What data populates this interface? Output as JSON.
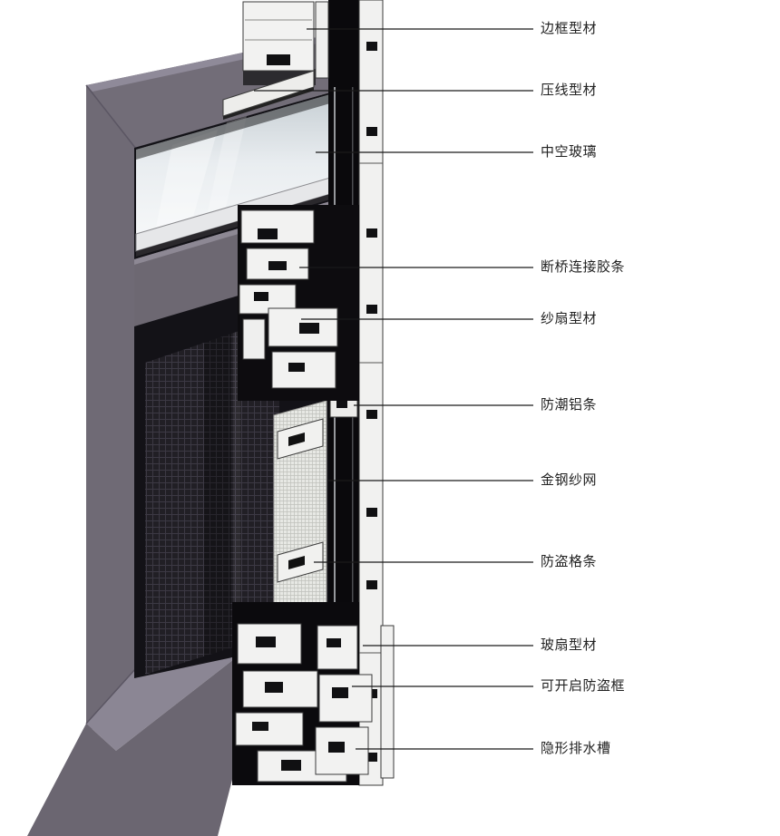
{
  "figure": {
    "labels": [
      {
        "id": "frame-profile",
        "text": "边框型材"
      },
      {
        "id": "pressing-line-profile",
        "text": "压线型材"
      },
      {
        "id": "insulated-glass",
        "text": "中空玻璃"
      },
      {
        "id": "thermal-break-gasket",
        "text": "断桥连接胶条"
      },
      {
        "id": "screen-sash-profile",
        "text": "纱扇型材"
      },
      {
        "id": "moisture-proof-aluminum-strip",
        "text": "防潮铝条"
      },
      {
        "id": "stainless-steel-mesh",
        "text": "金钢纱网"
      },
      {
        "id": "anti-theft-grid-bar",
        "text": "防盗格条"
      },
      {
        "id": "glass-sash-profile",
        "text": "玻扇型材"
      },
      {
        "id": "openable-anti-theft-frame",
        "text": "可开启防盗框"
      },
      {
        "id": "hidden-drainage-channel",
        "text": "隐形排水槽"
      }
    ],
    "colors": {
      "background": "#ffffff",
      "frame_gray": "#6f6a75",
      "frame_gray_light": "#8f8a99",
      "frame_gray_dark": "#5a5562",
      "profile_white": "#f2f2f1",
      "profile_outline": "#3a3a3a",
      "gasket_black": "#0a090c",
      "mesh_dark": "#211f25",
      "mesh_light": "#e7e8e4",
      "glass_tint": "#dfe6ea",
      "leader_line": "#1a1a1a",
      "label_text": "#222222"
    }
  }
}
